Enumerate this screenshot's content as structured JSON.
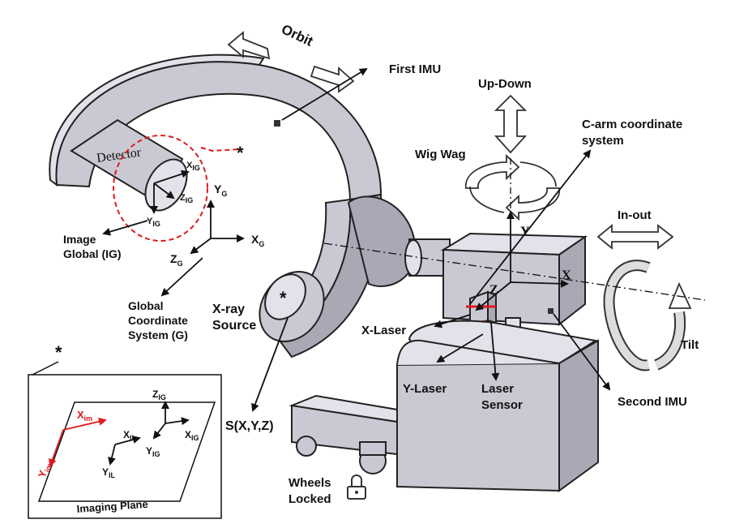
{
  "labels": {
    "orbit": "Orbit",
    "first_imu": "First IMU",
    "up_down": "Up-Down",
    "c_arm_coord_line1": "C-arm coordinate",
    "c_arm_coord_line2": "system",
    "wig_wag": "Wig Wag",
    "in_out": "In-out",
    "tilt": "Tilt",
    "detector": "Detector",
    "image_global_line1": "Image",
    "image_global_line2": "Global (IG)",
    "global_line1": "Global",
    "global_line2": "Coordinate",
    "global_line3": "System (G)",
    "xray_line1": "X-ray",
    "xray_line2": "Source",
    "x_laser": "X-Laser",
    "y_laser": "Y-Laser",
    "laser_sensor_line1": "Laser",
    "laser_sensor_line2": "Sensor",
    "second_imu": "Second IMU",
    "source_point": "S(X,Y,Z)",
    "wheels_line1": "Wheels",
    "wheels_line2": "Locked",
    "imaging_plane": "Imaging Plane",
    "asterisk": "*"
  },
  "axes": {
    "x_ig": "X",
    "y_ig": "Y",
    "z_ig": "Z",
    "ig_sub": "IG",
    "x_g": "X",
    "y_g": "Y",
    "z_g": "Z",
    "g_sub": "G",
    "c_x": "X",
    "c_y": "Y",
    "c_z": "Z",
    "x_im": "X",
    "y_im": "Y",
    "im_sub": "im",
    "x_il": "X",
    "y_il": "Y",
    "il_sub": "IL"
  },
  "colors": {
    "machine": "#c9c9d3",
    "machine_dark": "#a9a9b6",
    "dashed_ellipse": "#e0191c",
    "imaging_axes": "#e0191c",
    "laser": "#e0191c",
    "text": "#111111"
  }
}
